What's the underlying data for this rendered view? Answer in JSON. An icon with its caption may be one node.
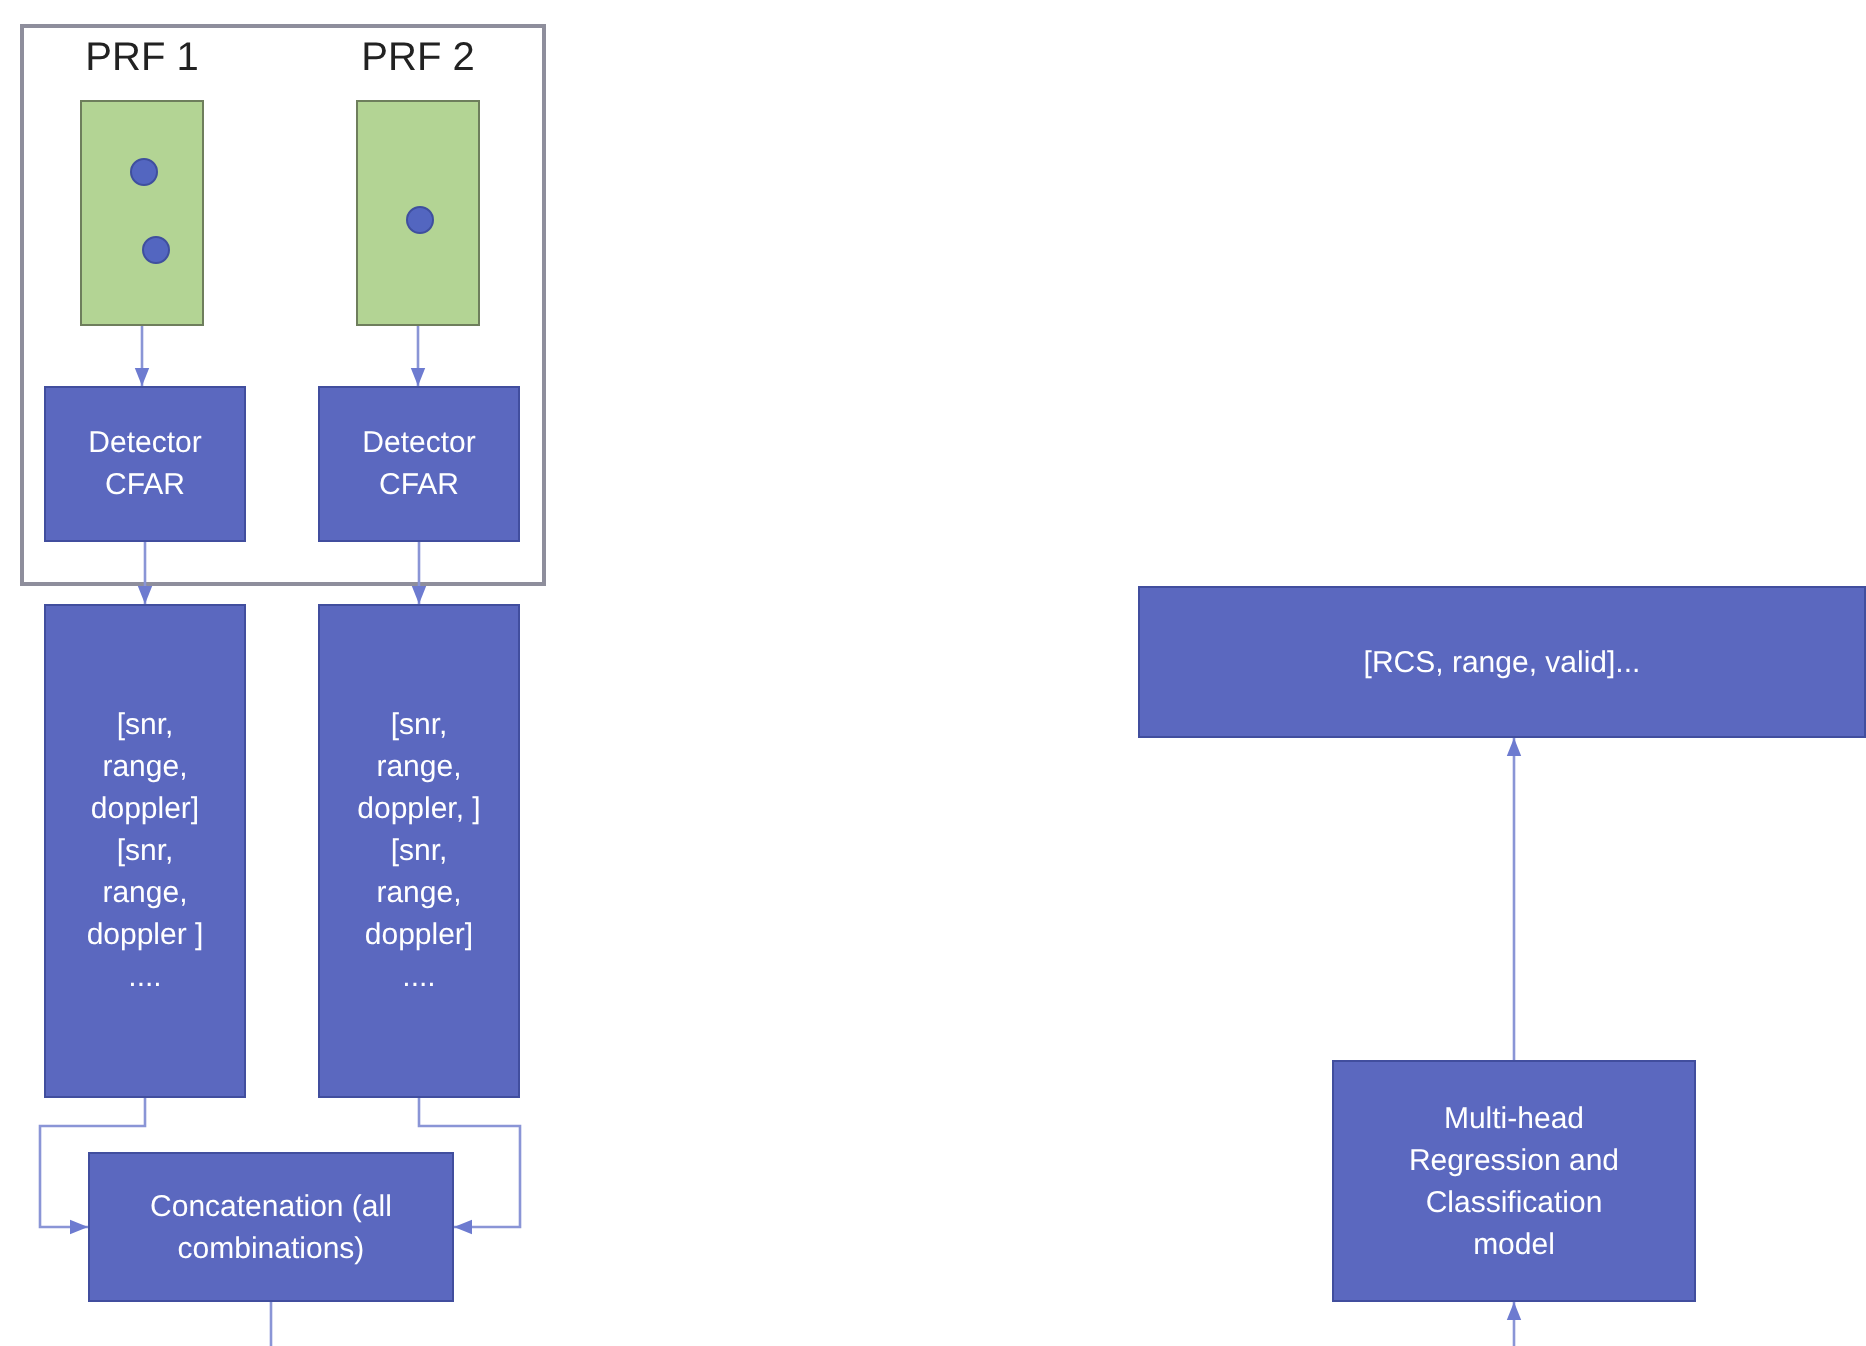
{
  "diagram": {
    "nodes": [
      {
        "text": [],
        "shape": "box"
      },
      {
        "text": [
          "PRF 1"
        ],
        "in": 0
      },
      {
        "text": [
          "PRF 2"
        ],
        "in": 0
      },
      {
        "text": [
          "Detector CFAR"
        ],
        "in": 0
      },
      {
        "text": [
          "Detector CFAR"
        ],
        "in": 0
      },
      {
        "text": [
          "[snr, range, doppler] [snr, range, doppler ] ...."
        ]
      },
      {
        "text": [
          "[snr, range, doppler, ] [snr, range, doppler] ...."
        ]
      },
      {
        "text": [
          "Concatenation (all combinations)"
        ]
      },
      {
        "text": [
          "[RCS, range, valid]..."
        ]
      },
      {
        "text": [
          "Multi-head Regression and Classification model"
        ]
      }
    ],
    "edges": [
      {
        "from": 1,
        "to": 3,
        "arrow": "to"
      },
      {
        "from": 2,
        "to": 4,
        "arrow": "to"
      },
      {
        "from": 3,
        "to": 5,
        "arrow": "to"
      },
      {
        "from": 4,
        "to": 6,
        "arrow": "to"
      },
      {
        "from": 5,
        "to": 7,
        "arrow": "to"
      },
      {
        "from": 6,
        "to": 7,
        "arrow": "to"
      },
      {
        "from": 9,
        "to": 8,
        "arrow": "to"
      },
      {
        "from": 7,
        "to": null,
        "arrow": "none"
      },
      {
        "from": null,
        "to": 9,
        "arrow": "to"
      }
    ]
  }
}
